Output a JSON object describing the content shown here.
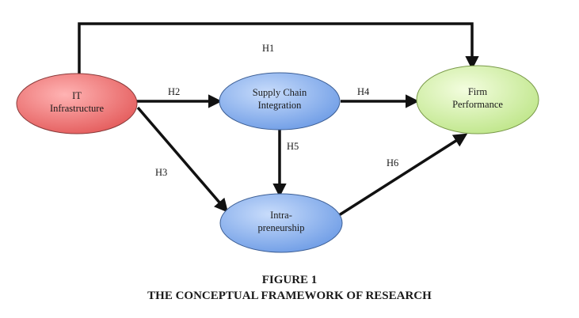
{
  "nodes": {
    "it_infrastructure": {
      "lines": [
        "IT",
        "Infrastructure"
      ],
      "fill": "#f07a7a"
    },
    "supply_chain_integration": {
      "lines": [
        "Supply Chain",
        "Integration"
      ],
      "fill": "#8db4ee"
    },
    "firm_performance": {
      "lines": [
        "Firm",
        "Performance"
      ],
      "fill": "#d4f0a6"
    },
    "intrapreneurship": {
      "lines": [
        "Intra-",
        "preneurship"
      ],
      "fill": "#8db4ee"
    }
  },
  "hypotheses": {
    "h1": "H1",
    "h2": "H2",
    "h3": "H3",
    "h4": "H4",
    "h5": "H5",
    "h6": "H6"
  },
  "caption": {
    "line1": "FIGURE 1",
    "line2": "THE CONCEPTUAL FRAMEWORK OF RESEARCH"
  }
}
